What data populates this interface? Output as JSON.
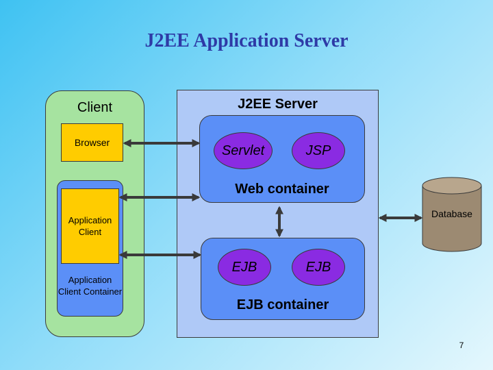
{
  "slide": {
    "title": "J2EE Application Server",
    "page_number": "7"
  },
  "client": {
    "label": "Client",
    "browser": "Browser",
    "application_client": "Application Client",
    "application_client_container": "Application Client Container"
  },
  "server": {
    "label": "J2EE Server",
    "web_container": {
      "label": "Web container",
      "components": [
        "Servlet",
        "JSP"
      ]
    },
    "ejb_container": {
      "label": "EJB container",
      "components": [
        "EJB",
        "EJB"
      ]
    }
  },
  "database": {
    "label": "Database"
  },
  "colors": {
    "client_panel": "#a6e3a0",
    "client_component": "#ffcc00",
    "server_panel": "#afc9f7",
    "container": "#5b8ff7",
    "server_component": "#8a2be2",
    "database": "#9c8a72",
    "title": "#2e3aa6"
  }
}
